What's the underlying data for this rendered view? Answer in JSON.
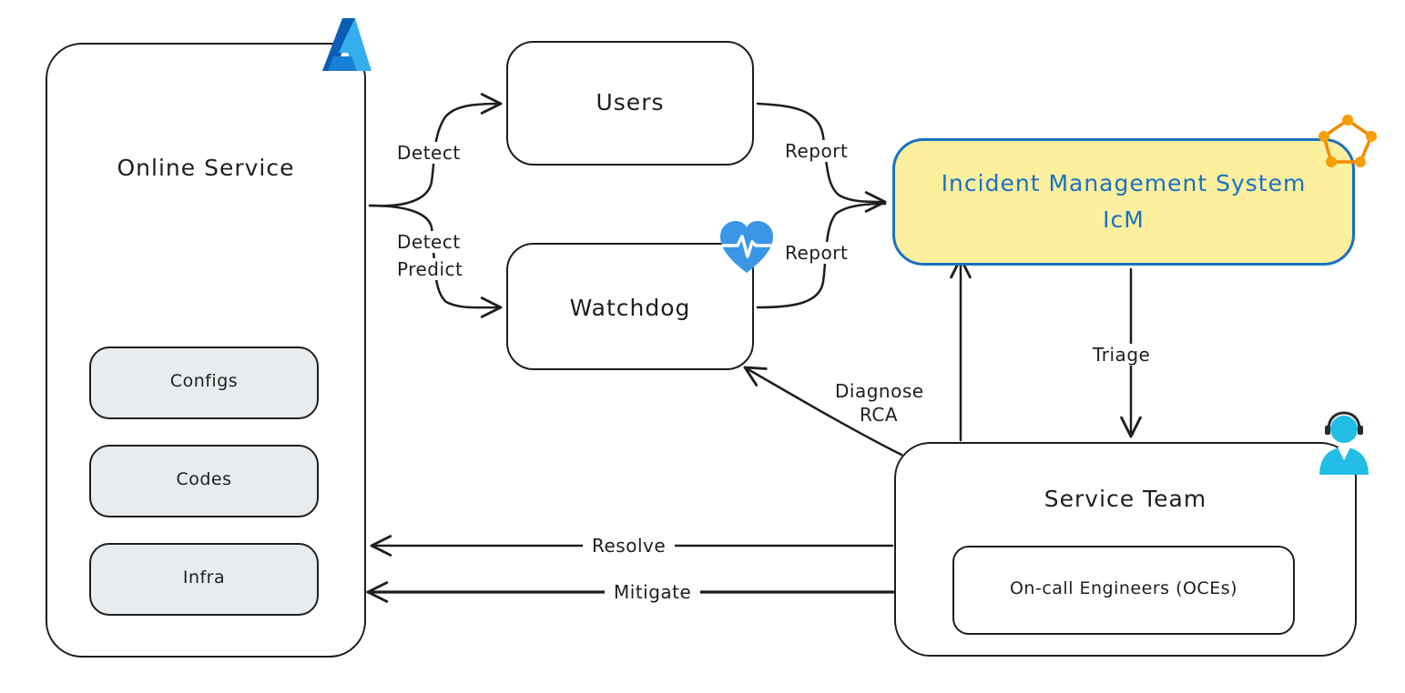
{
  "nodes": {
    "online_service": {
      "label": "Online Service"
    },
    "configs": {
      "label": "Configs"
    },
    "codes": {
      "label": "Codes"
    },
    "infra": {
      "label": "Infra"
    },
    "users": {
      "label": "Users"
    },
    "watchdog": {
      "label": "Watchdog"
    },
    "icm": {
      "label_line1": "Incident Management System",
      "label_line2": "IcM"
    },
    "service_team": {
      "label": "Service Team"
    },
    "oces": {
      "label": "On-call Engineers (OCEs)"
    }
  },
  "edges": {
    "detect": "Detect",
    "detect_predict_1": "Detect",
    "detect_predict_2": "Predict",
    "report_users": "Report",
    "report_watchdog": "Report",
    "triage": "Triage",
    "diagnose_1": "Diagnose",
    "diagnose_2": "RCA",
    "resolve": "Resolve",
    "mitigate": "Mitigate"
  },
  "icons": {
    "azure": "azure-logo-icon",
    "heart": "heart-monitor-icon",
    "network": "network-graph-icon",
    "engineer": "support-agent-icon"
  },
  "colors": {
    "icm_fill": "#fcef9e",
    "icm_border": "#1971c2",
    "sub_box_fill": "#e9ecef",
    "icon_blue": "#2f8fe6",
    "icon_orange": "#f08c00",
    "agent_cyan": "#22bde6"
  }
}
